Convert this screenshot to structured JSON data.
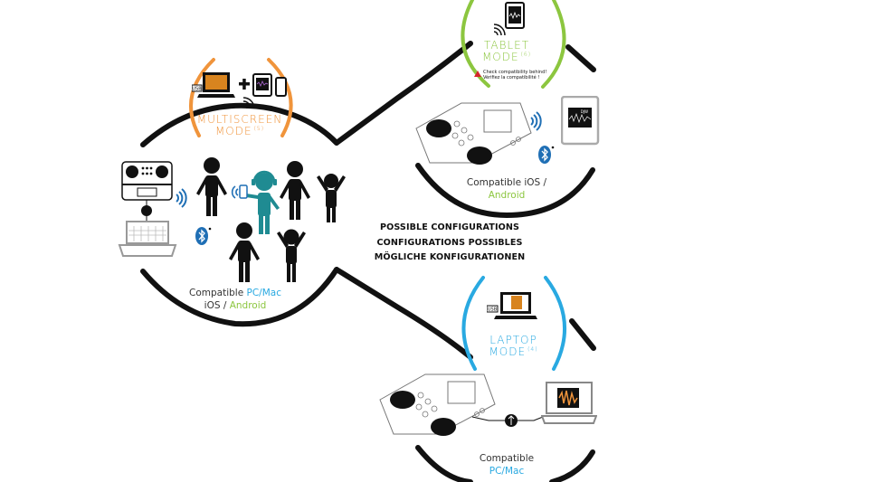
{
  "diagram": {
    "central_title": {
      "lines": [
        "POSSIBLE CONFIGURATIONS",
        "CONFIGURATIONS POSSIBLES",
        "MÖGLICHE KONFIGURATIONEN"
      ]
    },
    "colors": {
      "multiscreen": "#f0943b",
      "tablet": "#8cc63f",
      "laptop": "#29a9e1",
      "line": "#111111",
      "dj_figure": "#1f8b92",
      "bluetooth": "#1f6fb5",
      "warning": "#d4262b"
    },
    "modes": [
      {
        "id": "multiscreen",
        "title_line1": "MULTISCREEN",
        "title_line2": "MODE",
        "note_ref": "(5)",
        "compat_prefix": "Compatible ",
        "compat_pc": "PC/Mac",
        "compat_line2_prefix": "iOS / ",
        "compat_android": "Android",
        "labels": {
          "usb": "USB"
        }
      },
      {
        "id": "tablet",
        "title_line1": "TABLET",
        "title_line2": "MODE",
        "note_ref": "(6)",
        "warning_line1": "Check compatibility behind!",
        "warning_line2": "Vérifiez la compatibilité !",
        "compat_line1": "Compatible iOS /",
        "compat_android": "Android",
        "labels": {
          "screen": "DJW"
        }
      },
      {
        "id": "laptop",
        "title_line1": "LAPTOP",
        "title_line2": "MODE",
        "note_ref": "(4)",
        "compat_line1": "Compatible",
        "compat_pc": "PC/Mac",
        "labels": {
          "usb": "USB"
        }
      }
    ]
  }
}
